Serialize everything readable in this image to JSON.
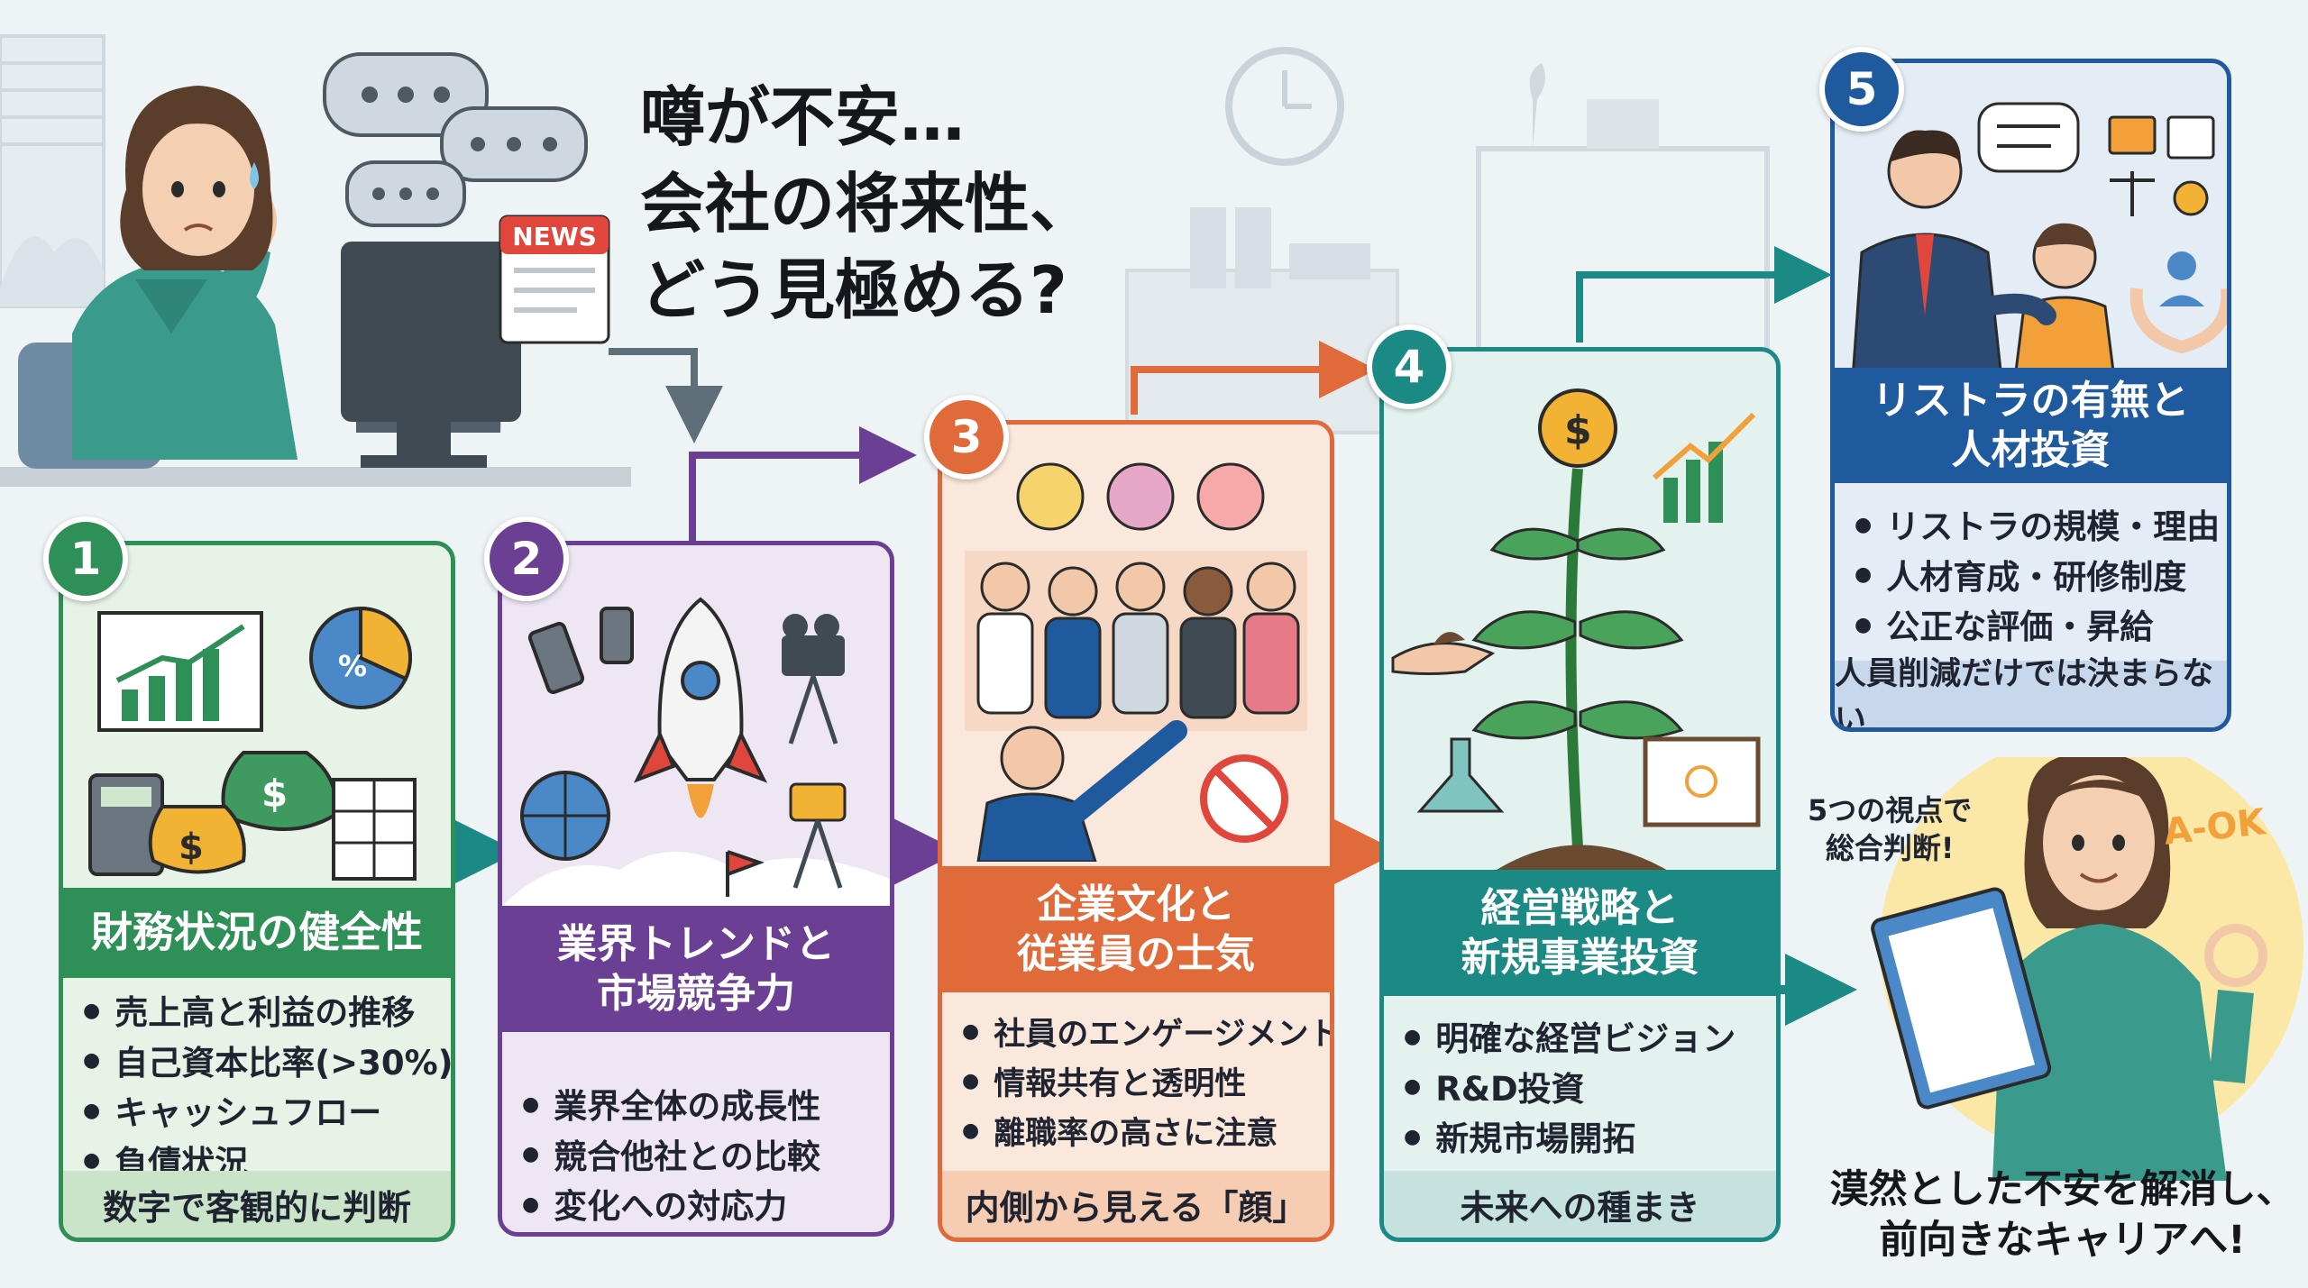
{
  "headline": {
    "line1": "噂が不安…",
    "line2": "会社の将来性、",
    "line3": "どう見極める?"
  },
  "news_label": "NEWS",
  "cards": [
    {
      "number": "1",
      "title": "財務状況の健全性",
      "bullets": [
        "売上高と利益の推移",
        "自己資本比率(>30%)",
        "キャッシュフロー",
        "負債状況"
      ],
      "footer": "数字で客観的に判断",
      "color": "#2e8f57",
      "fill": "#e6f3e6"
    },
    {
      "number": "2",
      "title_line1": "業界トレンドと",
      "title_line2": "市場競争力",
      "bullets": [
        "業界全体の成長性",
        "競合他社との比較",
        "変化への対応力"
      ],
      "color": "#6a3f94",
      "fill": "#efe6f3"
    },
    {
      "number": "3",
      "title_line1": "企業文化と",
      "title_line2": "従業員の士気",
      "bullets": [
        "社員のエンゲージメント",
        "情報共有と透明性",
        "離職率の高さに注意"
      ],
      "footer": "内側から見える「顔」",
      "color": "#e06a3a",
      "fill": "#fbe8dc"
    },
    {
      "number": "4",
      "title_line1": "経営戦略と",
      "title_line2": "新規事業投資",
      "bullets": [
        "明確な経営ビジョン",
        "R&D投資",
        "新規市場開拓"
      ],
      "footer": "未来への種まき",
      "color": "#1b8a84",
      "fill": "#e3f1ef"
    },
    {
      "number": "5",
      "title_line1": "リストラの有無と",
      "title_line2": "人材投資",
      "bullets": [
        "リストラの規模・理由",
        "人材育成・研修制度",
        "公正な評価・昇給"
      ],
      "footer": "人員削減だけでは決まらない",
      "color": "#1f5a9e",
      "fill": "#e4ecf5"
    }
  ],
  "conclusion": {
    "bubble_line1": "5つの視点で",
    "bubble_line2": "総合判断!",
    "ok_label": "A-OK",
    "message_line1": "漠然とした不安を解消し、",
    "message_line2": "前向きなキャリアへ!"
  },
  "illustration_labels": {
    "percent": "%",
    "dollar": "$"
  }
}
